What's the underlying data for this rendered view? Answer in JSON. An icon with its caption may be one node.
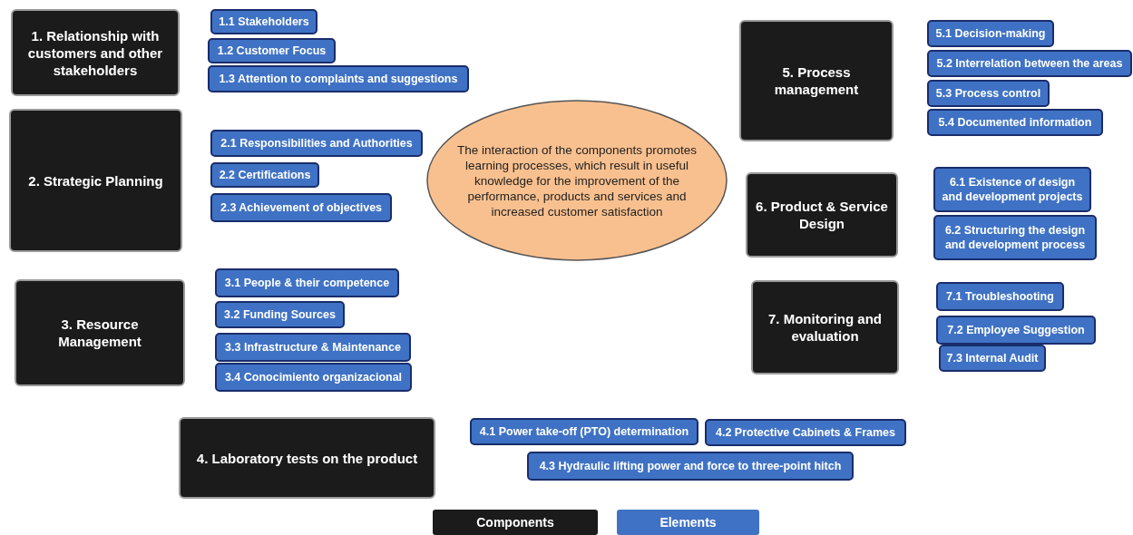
{
  "diagram": {
    "nodes": [
      {
        "text": [
          "1. Relationship with customers and other stakeholders"
        ]
      },
      {
        "text": [
          "1.1 Stakeholders"
        ]
      },
      {
        "text": [
          "1.2 Customer Focus"
        ]
      },
      {
        "text": [
          "1.3 Attention to complaints and suggestions"
        ]
      },
      {
        "text": [
          "2. Strategic Planning"
        ]
      },
      {
        "text": [
          "2.1 Responsibilities and Authorities"
        ]
      },
      {
        "text": [
          "2.2 Certifications"
        ]
      },
      {
        "text": [
          "2.3 Achievement of objectives"
        ]
      },
      {
        "text": [
          "The interaction of the components promotes learning processes, which result in useful knowledge for the improvement of the performance, products and services and increased customer satisfaction"
        ]
      },
      {
        "text": [
          "3. Resource Management"
        ]
      },
      {
        "text": [
          "3.1 People & their competence"
        ]
      },
      {
        "text": [
          "3.2 Funding Sources"
        ]
      },
      {
        "text": [
          "3.3 Infrastructure & Maintenance"
        ]
      },
      {
        "text": [
          "3.4 Conocimiento organizacional"
        ]
      },
      {
        "text": [
          "4. Laboratory tests on the product"
        ]
      },
      {
        "text": [
          "4.1 Power take-off (PTO) determination"
        ]
      },
      {
        "text": [
          "4.2 Protective Cabinets & Frames"
        ]
      },
      {
        "text": [
          "4.3 Hydraulic lifting power and force to three-point hitch"
        ]
      },
      {
        "text": [
          "5. Process management"
        ]
      },
      {
        "text": [
          "5.1 Decision-making"
        ]
      },
      {
        "text": [
          "5.2 Interrelation between the areas"
        ]
      },
      {
        "text": [
          "5.3 Process control"
        ]
      },
      {
        "text": [
          "5.4  Documented information"
        ]
      },
      {
        "text": [
          "6. Product & Service Design"
        ]
      },
      {
        "text": [
          "6.1 Existence of design and development projects"
        ]
      },
      {
        "text": [
          "6.2 Structuring the design and development process"
        ]
      },
      {
        "text": [
          "7. Monitoring and evaluation"
        ]
      },
      {
        "text": [
          "7.1 Troubleshooting"
        ]
      },
      {
        "text": [
          "7.2  Employee Suggestion"
        ]
      },
      {
        "text": [
          "7.3 Internal Audit"
        ]
      }
    ],
    "edges": [],
    "legend": [
      {
        "text": "Components",
        "color": "#1b1b1b"
      },
      {
        "text": "Elements",
        "color": "#3f72c4"
      }
    ]
  }
}
